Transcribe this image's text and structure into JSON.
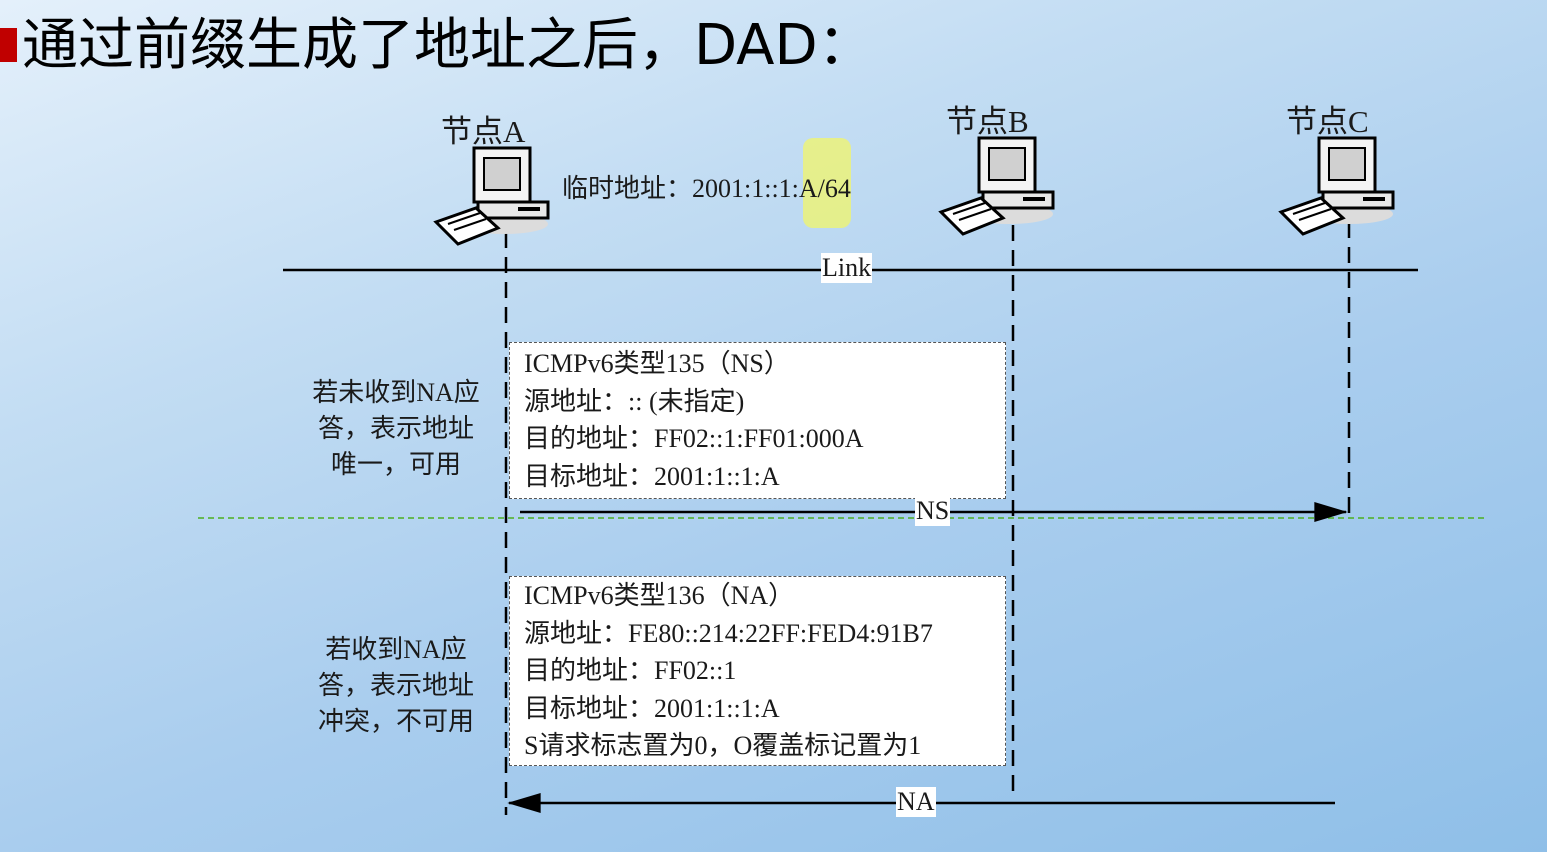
{
  "title": "通过前缀生成了地址之后，DAD：",
  "nodes": {
    "a": "节点A",
    "b": "节点B",
    "c": "节点C"
  },
  "temp_address": "临时地址：2001:1::1:A/64",
  "link_label": "Link",
  "ns_box": {
    "lines": [
      "ICMPv6类型135（NS）",
      "源地址：:: (未指定)",
      "目的地址：FF02::1:FF01:000A",
      "目标地址：2001:1::1:A"
    ]
  },
  "ns_arrow_label": "NS",
  "na_box": {
    "lines": [
      "ICMPv6类型136（NA）",
      "源地址：FE80::214:22FF:FED4:91B7",
      "目的地址：FF02::1",
      "目标地址：2001:1::1:A",
      "S请求标志置为0，O覆盖标记置为1"
    ]
  },
  "na_arrow_label": "NA",
  "side_notes": {
    "no_na": [
      "若未收到NA应",
      "答，表示地址",
      "唯一，可用"
    ],
    "got_na": [
      "若收到NA应",
      "答，表示地址",
      "冲突，不可用"
    ]
  },
  "colors": {
    "bullet": "#c00000",
    "highlight": "#f2f56a",
    "divider": "#4caf20"
  }
}
